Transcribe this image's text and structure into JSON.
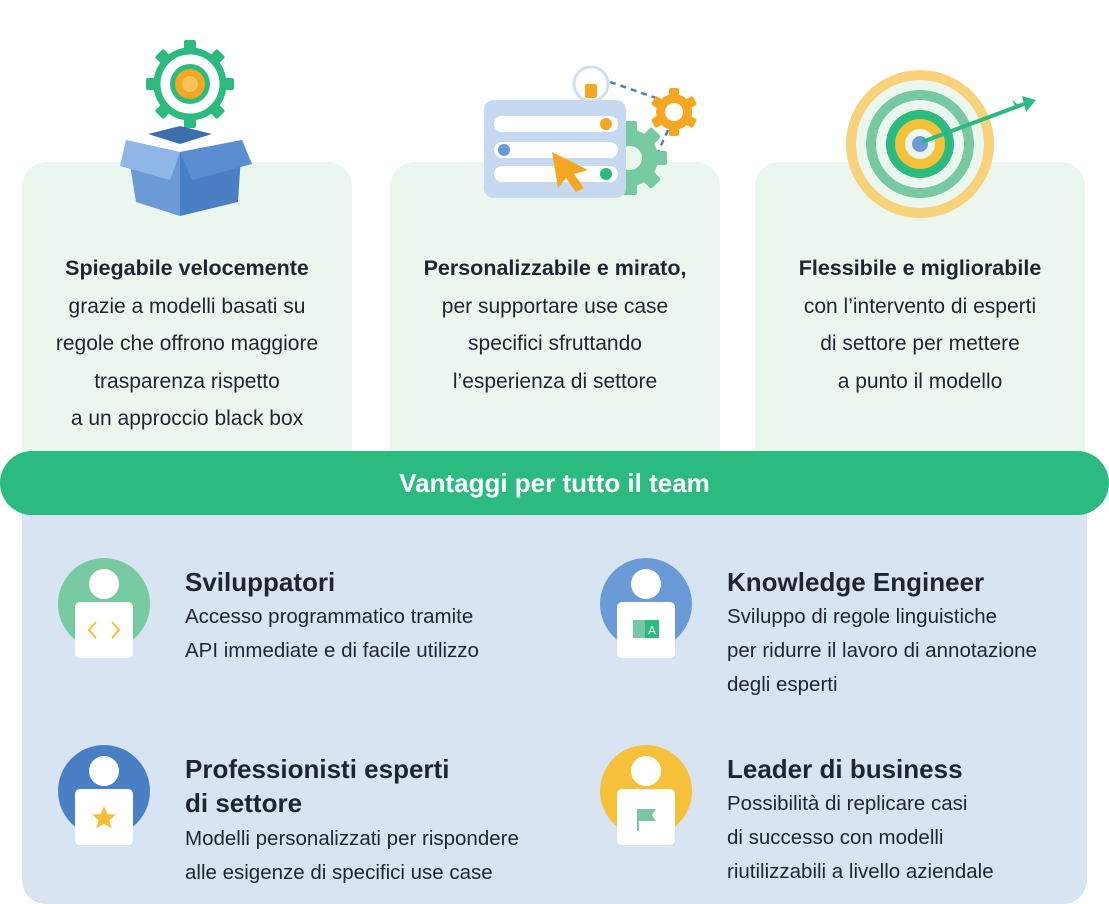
{
  "features": [
    {
      "title": "Spiegabile velocemente",
      "lines": [
        "grazie a modelli basati su",
        "regole che offrono maggiore",
        "trasparenza rispetto",
        "a un approccio black box"
      ],
      "icon": "gear-box-icon"
    },
    {
      "title": "Personalizzabile e mirato,",
      "lines": [
        "per supportare use case",
        "specifici sfruttando",
        "l’esperienza di settore"
      ],
      "icon": "settings-panel-icon"
    },
    {
      "title": "Flessibile e migliorabile",
      "lines": [
        "con l’intervento di esperti",
        "di settore per mettere",
        "a punto il modello"
      ],
      "icon": "target-arrow-icon"
    }
  ],
  "banner": {
    "label": "Vantaggi per tutto il team"
  },
  "personas": [
    {
      "name_lines": [
        "Sviluppatori"
      ],
      "desc_lines": [
        "Accesso programmatico tramite",
        "API immediate e di facile utilizzo"
      ],
      "avatar_color": "#76c9a0",
      "badge_icon": "code-icon"
    },
    {
      "name_lines": [
        "Knowledge Engineer"
      ],
      "desc_lines": [
        "Sviluppo di regole linguistiche",
        "per ridurre il lavoro di annotazione",
        "degli esperti"
      ],
      "avatar_color": "#6b9bd6",
      "badge_icon": "translate-icon"
    },
    {
      "name_lines": [
        "Professionisti esperti",
        "di settore"
      ],
      "desc_lines": [
        "Modelli personalizzati per rispondere",
        "alle esigenze di specifici use case"
      ],
      "avatar_color": "#4a7fc4",
      "badge_icon": "star-icon"
    },
    {
      "name_lines": [
        "Leader di business"
      ],
      "desc_lines": [
        "Possibilità di replicare casi",
        "di successo con modelli",
        "riutilizzabili a livello aziendale"
      ],
      "avatar_color": "#f5c03a",
      "badge_icon": "flag-icon"
    }
  ],
  "colors": {
    "green": "#2bba80",
    "card_bg": "#ebf6ef",
    "panel_bg": "#d9e4f2",
    "orange": "#f5a623",
    "blue": "#4a7fc4"
  }
}
